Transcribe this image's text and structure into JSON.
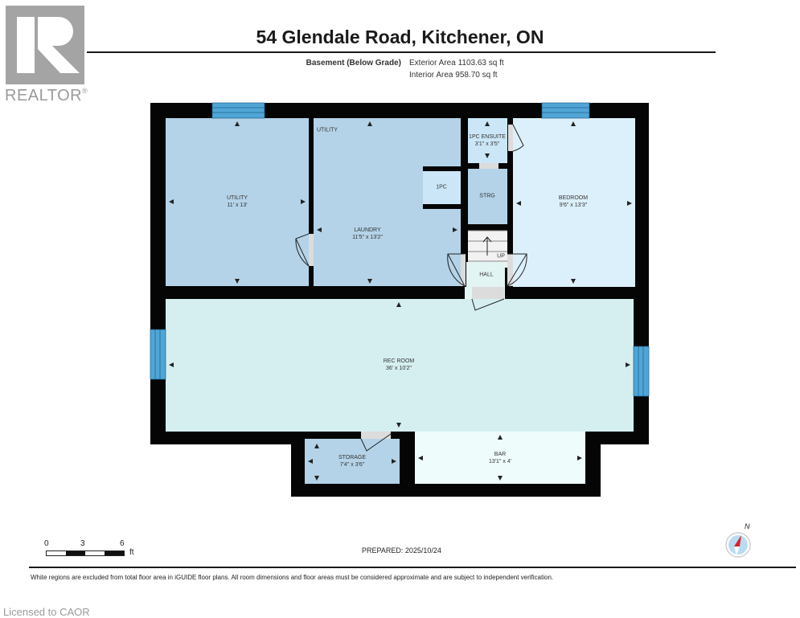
{
  "logo": {
    "name": "REALTOR",
    "mark": "®"
  },
  "header": {
    "title": "54 Glendale Road, Kitchener, ON",
    "level": "Basement (Below Grade)",
    "exterior_area": "Exterior Area 1103.63 sq ft",
    "interior_area": "Interior Area 958.70 sq ft"
  },
  "rooms": [
    {
      "name": "UTILITY",
      "dims": "11' x 13'",
      "color": "#b4d3e8"
    },
    {
      "name": "UTILITY",
      "dims": "",
      "color": "#b4d3e8"
    },
    {
      "name": "LAUNDRY",
      "dims": "11'5\" x 13'2\"",
      "color": "#b4d3e8"
    },
    {
      "name": "1PC",
      "dims": "",
      "color": "#cbe7f7"
    },
    {
      "name": "1PC ENSUITE",
      "dims": "3'1\" x 3'5\"",
      "color": "#cbe7f7"
    },
    {
      "name": "STRG",
      "dims": "",
      "color": "#b4d3e8"
    },
    {
      "name": "BEDROOM",
      "dims": "9'6\" x 13'3\"",
      "color": "#dcf0fb"
    },
    {
      "name": "HALL",
      "dims": "",
      "color": "#e3f5f3"
    },
    {
      "name": "UP",
      "dims": "",
      "color": "#f2f2f2"
    },
    {
      "name": "REC ROOM",
      "dims": "36' x 10'2\"",
      "color": "#d5eff0"
    },
    {
      "name": "STORAGE",
      "dims": "7'4\" x 3'6\"",
      "color": "#b4d3e8"
    },
    {
      "name": "BAR",
      "dims": "13'1\" x 4'",
      "color": "#effcfc"
    }
  ],
  "colors": {
    "wall": "#050505",
    "window": "#4fa6d6",
    "door_gap": "#dcdcdc"
  },
  "scale_bar": {
    "labels": [
      "0",
      "3",
      "6"
    ],
    "unit": "ft"
  },
  "compass": {
    "label": "N"
  },
  "footer": {
    "prepared": "PREPARED: 2025/10/24",
    "disclaimer": "White regions are excluded from total floor area in iGUIDE floor plans. All room dimensions and floor areas must be considered approximate and are subject to independent verification.",
    "licensed": "Licensed to CAOR"
  }
}
